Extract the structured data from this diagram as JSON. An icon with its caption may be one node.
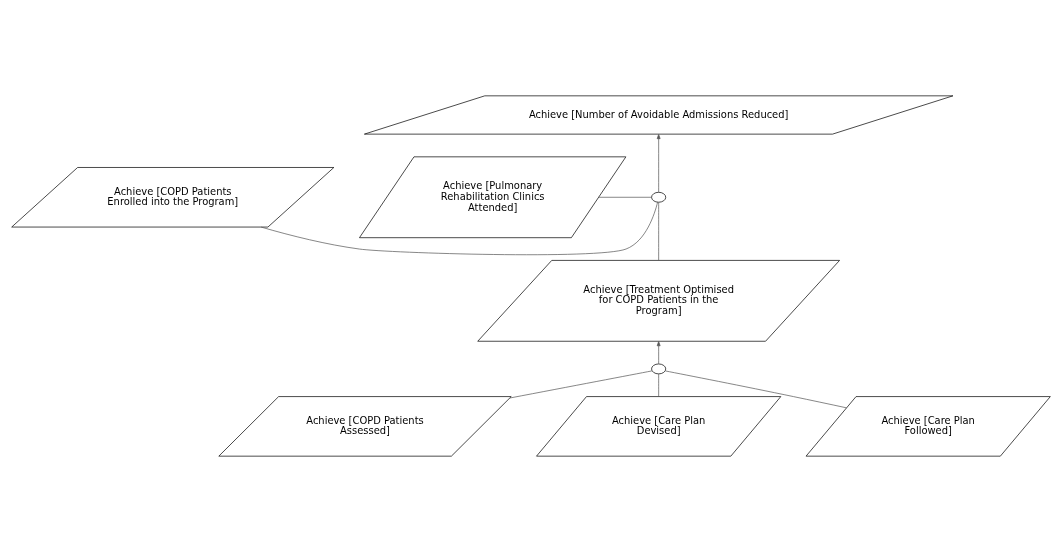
{
  "diagram": {
    "nodes": [
      {
        "text": [
          "Achieve [Number of Avoidable Admissions Reduced]"
        ]
      },
      {
        "text": [],
        "shape": "circle"
      },
      {
        "text": [
          "Achieve [COPD Patients Enrolled into the Program]"
        ]
      },
      {
        "text": [
          "Achieve [Pulmonary Rehabilitation Clinics Attended]"
        ]
      },
      {
        "text": [
          "Achieve [Treatment Optimised for COPD Patients in the Program]"
        ]
      },
      {
        "text": [],
        "shape": "circle"
      },
      {
        "text": [
          "Achieve [COPD Patients Assessed]"
        ]
      },
      {
        "text": [
          "Achieve [Care Plan Devised]"
        ]
      },
      {
        "text": [
          "Achieve [Care Plan Followed]"
        ]
      }
    ],
    "edges": [
      {
        "from": 1,
        "to": 0,
        "arrow": "to"
      },
      {
        "from": 2,
        "to": 1,
        "arrow": "none"
      },
      {
        "from": 3,
        "to": 1,
        "arrow": "none"
      },
      {
        "from": 4,
        "to": 1,
        "arrow": "none"
      },
      {
        "from": 5,
        "to": 4,
        "arrow": "to"
      },
      {
        "from": 6,
        "to": 5,
        "arrow": "none"
      },
      {
        "from": 7,
        "to": 5,
        "arrow": "none"
      },
      {
        "from": 8,
        "to": 5,
        "arrow": "none"
      }
    ]
  }
}
